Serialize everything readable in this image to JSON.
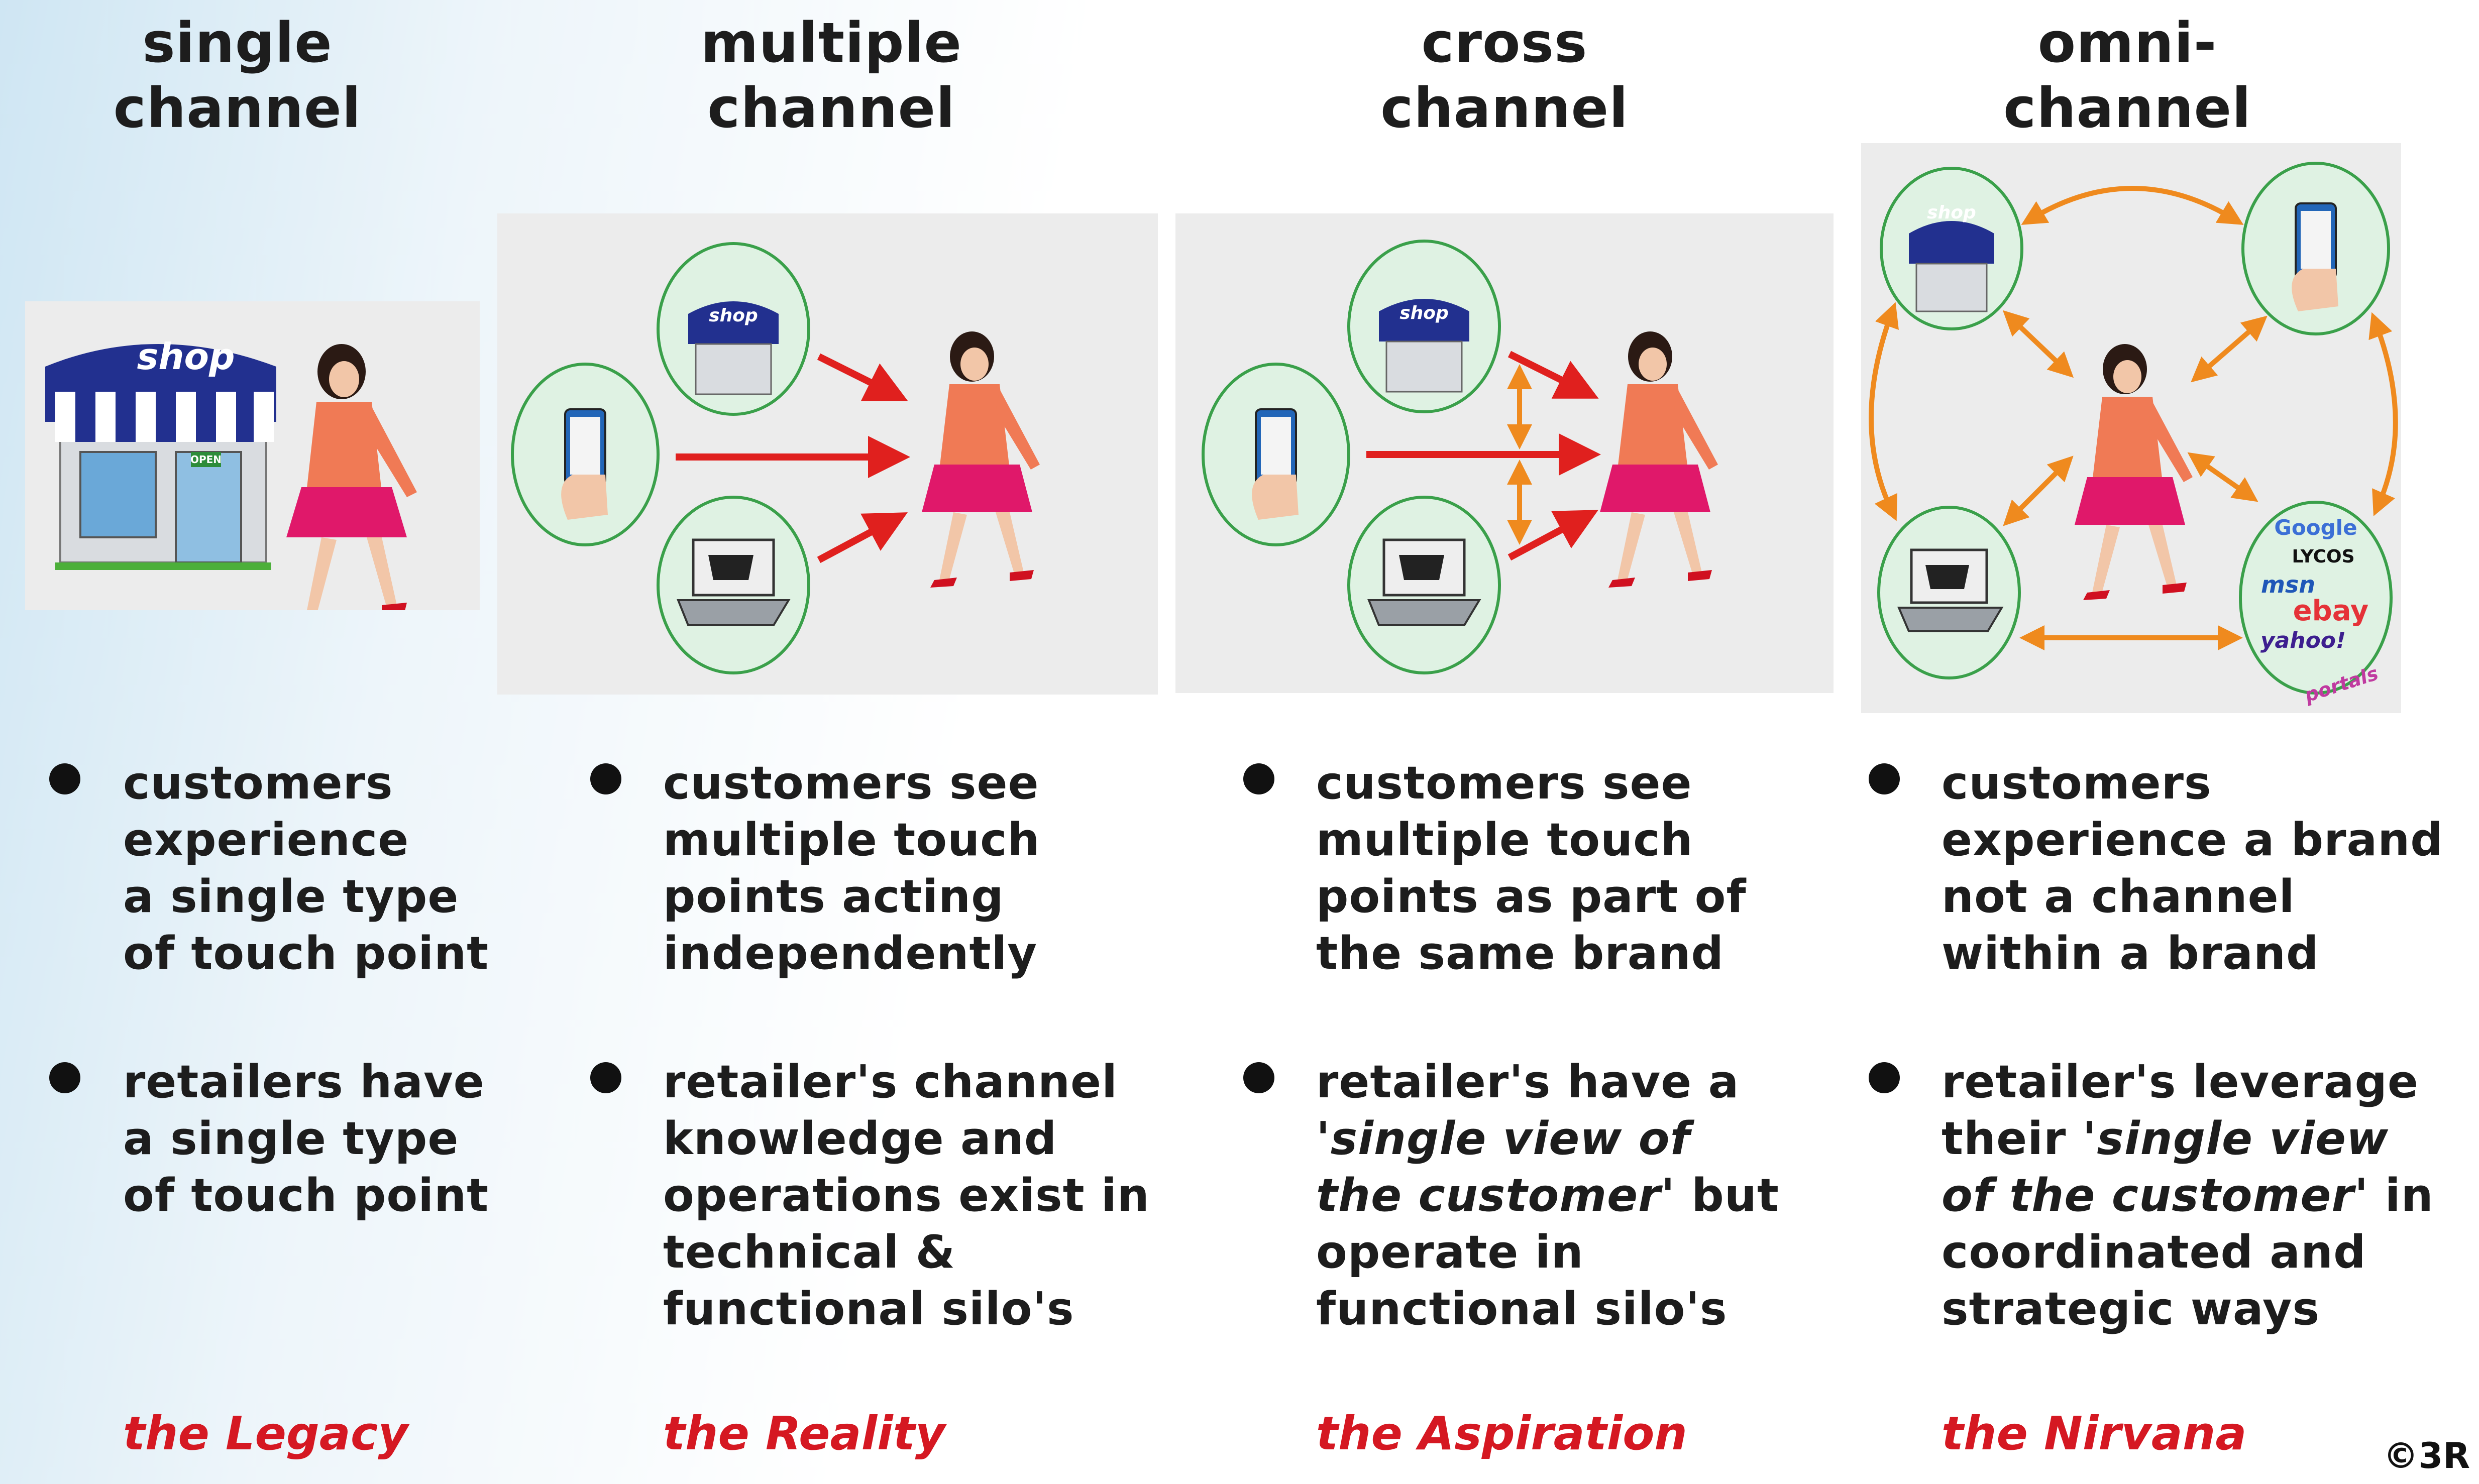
{
  "columns": [
    {
      "heading": [
        "single",
        "channel"
      ],
      "bullets": [
        "customers\nexperience\na single type\nof touch point",
        "retailers have\na single type\nof touch point"
      ],
      "tagline": "the Legacy"
    },
    {
      "heading": [
        "multiple",
        "channel"
      ],
      "bullets": [
        "customers see\nmultiple touch\npoints acting\nindependently",
        "retailer's channel\nknowledge and\noperations exist in\ntechnical &\nfunctional silo's"
      ],
      "tagline": "the Reality"
    },
    {
      "heading": [
        "cross",
        "channel"
      ],
      "bullets": [
        "customers see\nmultiple touch\npoints as part of\nthe same brand",
        "retailer's have a\n'single view of\nthe customer' but\noperate in\nfunctional silo's"
      ],
      "tagline": "the Aspiration"
    },
    {
      "heading": [
        "omni-",
        "channel"
      ],
      "bullets": [
        "customers\nexperience a brand\nnot a channel\nwithin a brand",
        "retailer's leverage\ntheir 'single view\nof the customer' in\ncoordinated and\nstrategic ways"
      ],
      "tagline": "the Nirvana"
    }
  ],
  "illustration_labels": {
    "shop_sign": "shop",
    "open_sign": "OPEN",
    "portals": [
      "Google",
      "LYCOS",
      "msn",
      "ebay",
      "yahoo!"
    ],
    "portals_caption": "portals"
  },
  "copyright": "©3R",
  "colors": {
    "tagline": "#d51822",
    "arrow_red": "#e0201e",
    "arrow_orange": "#ef8a1e",
    "circle_fill": "#dff2e3",
    "circle_stroke": "#3aa04a",
    "awning_blue": "#1e2f8f"
  },
  "icons": [
    "shop-icon",
    "woman-shopper-icon",
    "smartphone-icon",
    "laptop-cart-icon",
    "portals-icon"
  ]
}
